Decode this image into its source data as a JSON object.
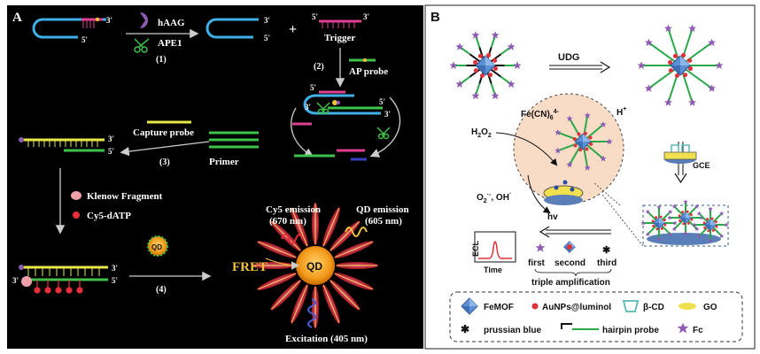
{
  "panel_a": {
    "label": "A",
    "enzyme_haag": "hAAG",
    "enzyme_ape1": "APE1",
    "step1": "(1)",
    "step2": "(2)",
    "step3": "(3)",
    "step4": "(4)",
    "trigger": "Trigger",
    "ap_probe": "AP probe",
    "capture_probe": "Capture probe",
    "primer": "Primer",
    "klenow": "Klenow Fragment",
    "cy5_datp": "Cy5-dATP",
    "qd": "QD",
    "cy5_emission": "Cy5 emission",
    "cy5_nm": "(670 nm)",
    "qd_emission": "QD emission",
    "qd_nm": "(605 nm)",
    "fret": "FRET",
    "excitation": "Excitation (405 nm)",
    "end3": "3'",
    "end5": "5'",
    "colors": {
      "background": "#000000",
      "hairpin": "#3fb0e8",
      "trigger": "#e0408f",
      "primer": "#3ec24a",
      "capture": "#e8e84a",
      "qd": "#f39a1a",
      "spike": "#d22a3c",
      "cy5": "#e8303a",
      "fret_text": "#f0c040"
    }
  },
  "panel_b": {
    "label": "B",
    "udg": "UDG",
    "feCN": "Fe(CN)",
    "feCN_sub": "6",
    "feCN_sup": "4-",
    "h_plus": "H",
    "h_sup": "+",
    "h2o2": "H",
    "h2o2_sub1": "2",
    "h2o2_o": "O",
    "h2o2_sub2": "2",
    "radicals": "O",
    "radicals_sub": "2",
    "radicals_sup": "·-",
    "radicals_tail": ", OH",
    "radicals_tail_sup": "·",
    "hv": "hv",
    "gce": "GCE",
    "ecl_axis": "ECL",
    "time_axis": "Time",
    "first": "first",
    "second": "second",
    "third": "third",
    "triple_amplification": "triple  amplification",
    "legend": {
      "femof": "FeMOF",
      "aunps": "AuNPs@luminol",
      "bcd": "β-CD",
      "go": "GO",
      "prussian": "prussian blue",
      "hairpin": "hairpin probe",
      "fc": "Fc"
    },
    "colors": {
      "mof": "#5b8fd6",
      "aunp": "#e0303a",
      "strand": "#2aa84a",
      "fc": "#8e5bb5",
      "pb": "#2a4aa0",
      "circle": "#f8dcc6",
      "go": "#f0e050",
      "bcd": "#5ab8b8"
    }
  }
}
